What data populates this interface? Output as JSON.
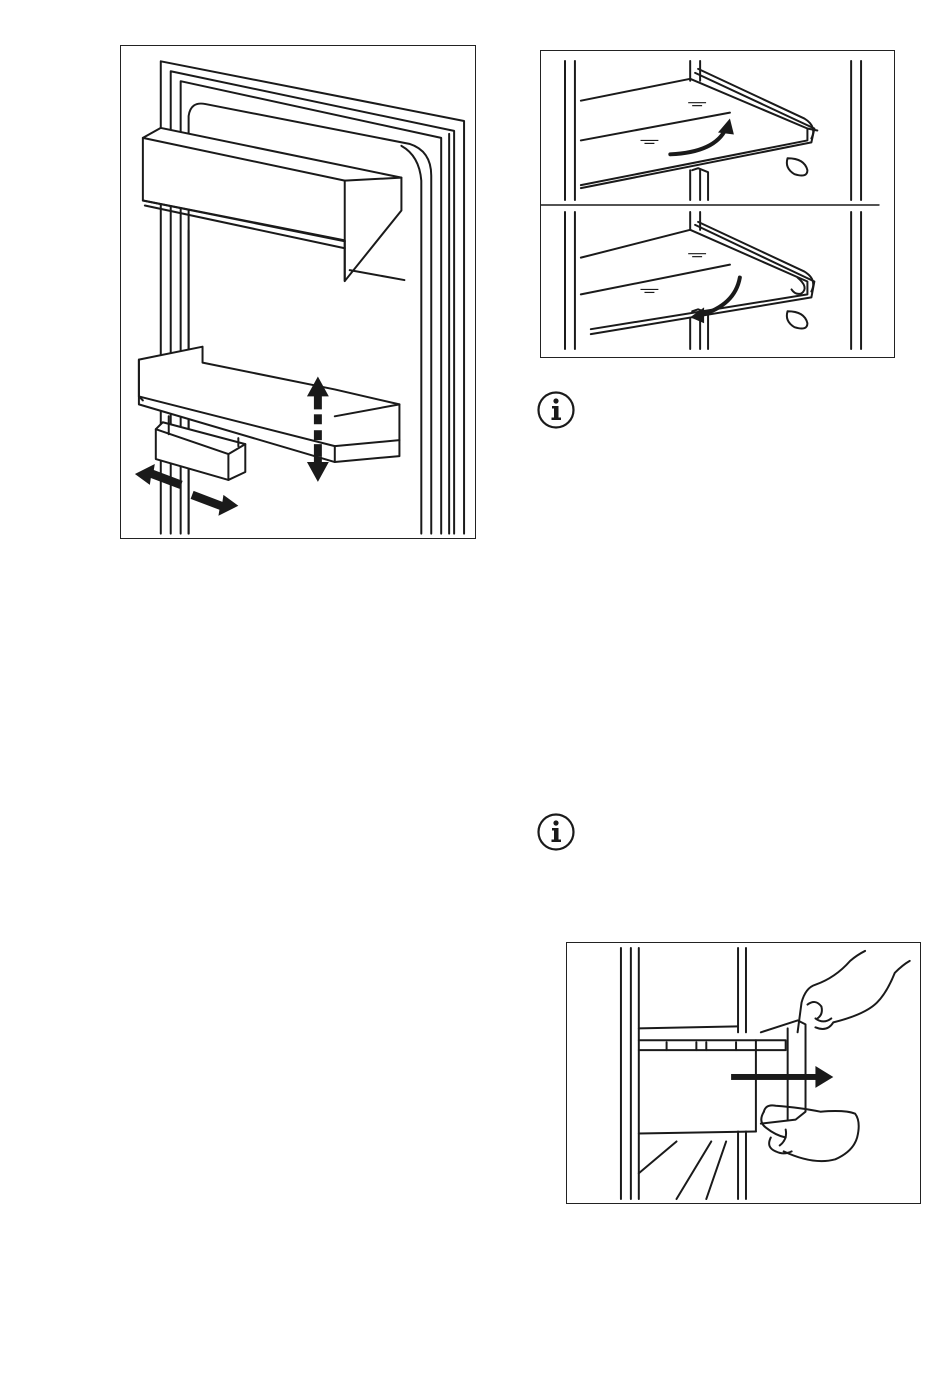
{
  "figures": [
    {
      "id": "door-shelves",
      "icon": "door-shelf-adjust-illustration"
    },
    {
      "id": "glass-shelf",
      "icon": "glass-shelf-tilt-illustration"
    },
    {
      "id": "drawer",
      "icon": "drawer-removal-illustration"
    }
  ],
  "notes": [
    {
      "icon": "info-icon"
    },
    {
      "icon": "info-icon"
    }
  ]
}
